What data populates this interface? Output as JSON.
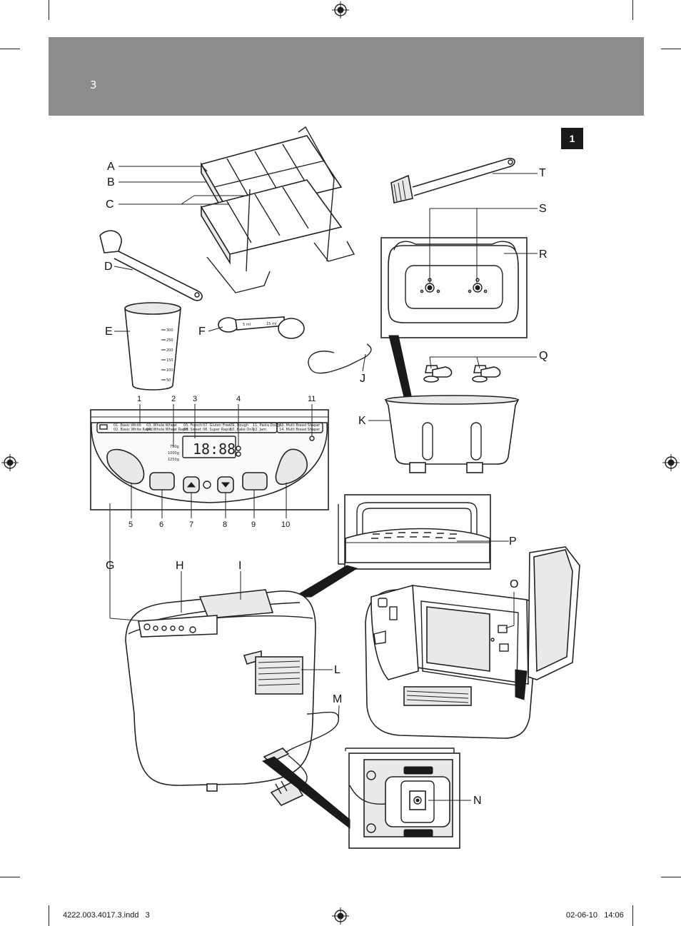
{
  "header": {
    "page_number": "3",
    "section_tab": "1"
  },
  "part_labels": {
    "A": "A",
    "B": "B",
    "C": "C",
    "D": "D",
    "E": "E",
    "F": "F",
    "G": "G",
    "H": "H",
    "I": "I",
    "J": "J",
    "K": "K",
    "L": "L",
    "M": "M",
    "N": "N",
    "O": "O",
    "P": "P",
    "Q": "Q",
    "R": "R",
    "S": "S",
    "T": "T"
  },
  "panel_callouts": {
    "n1": "1",
    "n2": "2",
    "n3": "3",
    "n4": "4",
    "n5": "5",
    "n6": "6",
    "n7": "7",
    "n8": "8",
    "n9": "9",
    "n10": "10",
    "n11": "11"
  },
  "control_panel": {
    "programs": [
      "01. Basic White",
      "02. Basic White Rapid",
      "03. Whole Wheat",
      "04. Whole Wheat Rapid",
      "05. French",
      "06. Sweet",
      "07. Gluten Free",
      "08. Super Rapid",
      "09. Dough",
      "10. Bake Only",
      "11. Pasta Dough",
      "12. Jam",
      "13. Multi Bread Shaper",
      "14. Multi Bread Shaper"
    ],
    "weights": [
      "750g",
      "1000g",
      "1250g"
    ],
    "display_digits": "18:88"
  },
  "measuring_cup": {
    "scale": [
      "300",
      "250",
      "200",
      "150",
      "100",
      "50"
    ]
  },
  "measuring_spoons": {
    "left_mark": "5 ml",
    "right_mark": "15 ml"
  },
  "footer": {
    "file": "4222.003.4017.3.indd   3",
    "date": "02-06-10   14:06"
  }
}
